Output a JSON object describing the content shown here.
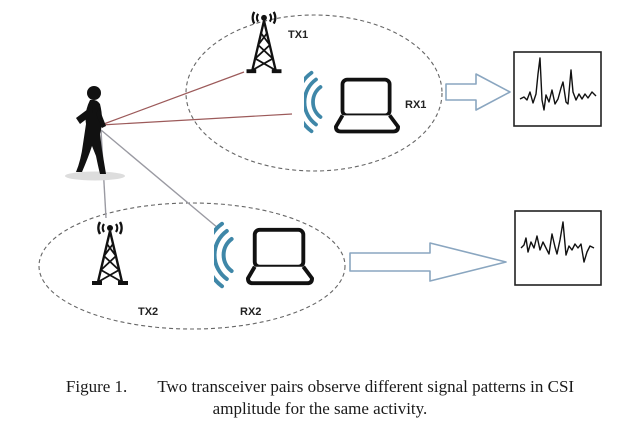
{
  "labels": {
    "tx1": "TX1",
    "rx1": "RX1",
    "tx2": "TX2",
    "rx2": "RX2"
  },
  "caption": {
    "figure": "Figure 1.",
    "line1": "Two transceiver pairs observe different signal patterns in CSI",
    "line2": "amplitude for the same activity."
  },
  "colors": {
    "waves": "#3f87a8",
    "link_upper": "#9c5a5a",
    "link_lower": "#9a9aa2",
    "ellipse": "#666666",
    "arrow": "#8aa6c0"
  },
  "icons": [
    "person-icon",
    "antenna-tower-icon",
    "laptop-icon",
    "wifi-waves-icon",
    "arrow-icon",
    "signal-plot-icon"
  ]
}
